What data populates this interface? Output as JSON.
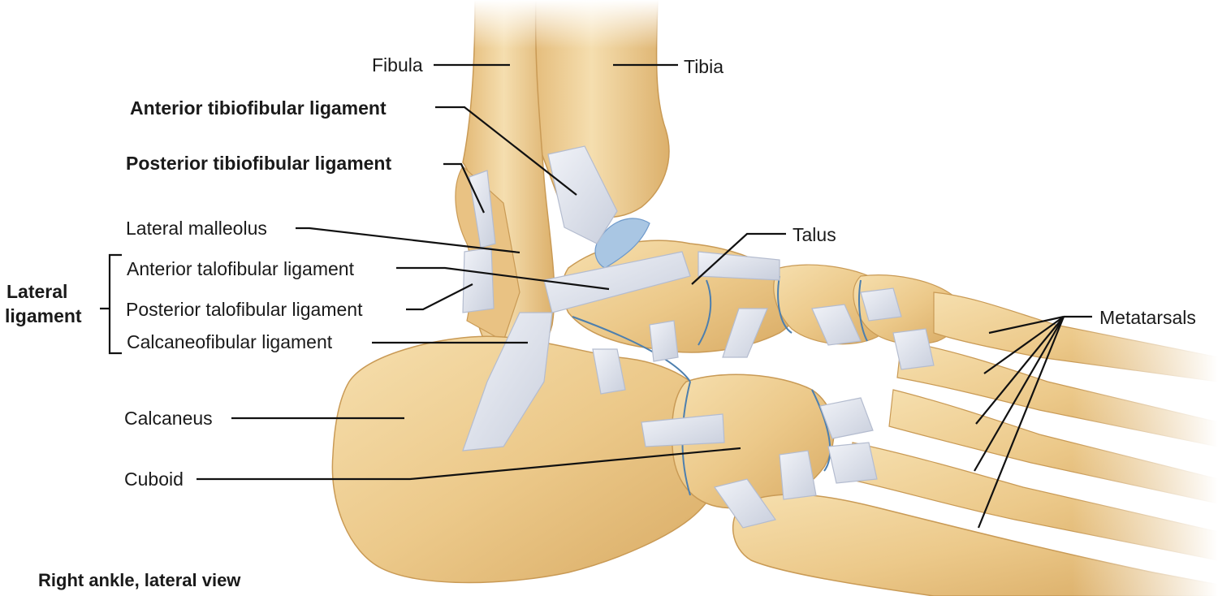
{
  "labels": {
    "fibula": "Fibula",
    "tibia": "Tibia",
    "anterior_tibiofibular": "Anterior tibiofibular ligament",
    "posterior_tibiofibular": "Posterior tibiofibular ligament",
    "lateral_malleolus": "Lateral malleolus",
    "talus": "Talus",
    "anterior_talofibular": "Anterior talofibular ligament",
    "posterior_talofibular": "Posterior talofibular ligament",
    "calcaneofibular": "Calcaneofibular ligament",
    "lateral_ligament_line1": "Lateral",
    "lateral_ligament_line2": "ligament",
    "metatarsals": "Metatarsals",
    "calcaneus": "Calcaneus",
    "cuboid": "Cuboid"
  },
  "caption": "Right ankle, lateral view",
  "colors": {
    "bone": "#ecc98a",
    "bone_shadow": "#d9ab61",
    "bone_highlight": "#f7e3b8",
    "ligament": "#dfe3ee",
    "ligament_stroke": "#b4bccf",
    "cartilage": "#a9c6e3",
    "joint_line": "#4d7fae",
    "leader": "#111111"
  }
}
